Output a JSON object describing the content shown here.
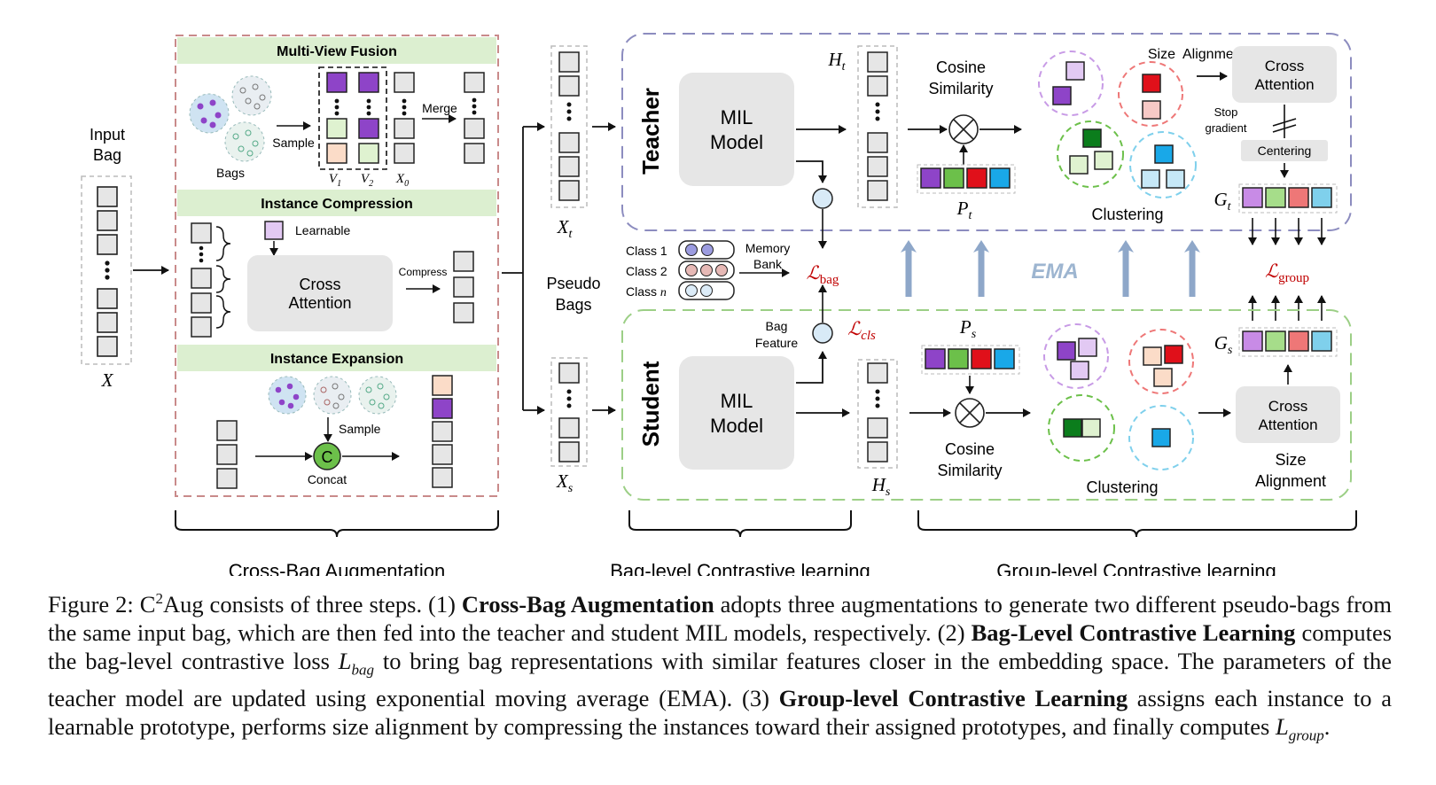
{
  "input": {
    "title_line1": "Input",
    "title_line2": "Bag",
    "var": "X"
  },
  "cba": {
    "mvf_title": "Multi-View Fusion",
    "bags": "Bags",
    "sample": "Sample",
    "v1": "V",
    "v1_sub": "1",
    "v2": "V",
    "v2_sub": "2",
    "x0": "X",
    "x0_sub": "0",
    "merge": "Merge",
    "ic_title": "Instance Compression",
    "learnable": "Learnable",
    "ca_line1": "Cross",
    "ca_line2": "Attention",
    "compress": "Compress",
    "ie_title": "Instance Expansion",
    "sample2": "Sample",
    "concat": "Concat",
    "concat_symbol": "C"
  },
  "pseudo": {
    "line1": "Pseudo",
    "line2": "Bags",
    "xt": "X",
    "xt_sub": "t",
    "xs": "X",
    "xs_sub": "s"
  },
  "teacher": {
    "label": "Teacher",
    "mil_line1": "MIL",
    "mil_line2": "Model",
    "ht": "H",
    "ht_sub": "t",
    "cos_line1": "Cosine",
    "cos_line2": "Similarity",
    "pt": "P",
    "pt_sub": "t",
    "clustering": "Clustering",
    "size_alignment": "Size  Alignment",
    "ca_line1": "Cross",
    "ca_line2": "Attention",
    "stop_line1": "Stop",
    "stop_line2": "gradient",
    "centering": "Centering",
    "gt": "G",
    "gt_sub": "t"
  },
  "memory": {
    "class1": "Class 1",
    "class2": "Class 2",
    "classn": "Class",
    "classn_var": "n",
    "bank_line1": "Memory",
    "bank_line2": "Bank",
    "lbag": "ℒ",
    "lbag_sub": "bag",
    "ema": "EMA",
    "lgroup": "ℒ",
    "lgroup_sub": "group",
    "bag_feature_line1": "Bag",
    "bag_feature_line2": "Feature",
    "lcls": "ℒ",
    "lcls_sub": "cls"
  },
  "student": {
    "label": "Student",
    "mil_line1": "MIL",
    "mil_line2": "Model",
    "hs": "H",
    "hs_sub": "s",
    "ps": "P",
    "ps_sub": "s",
    "cos_line1": "Cosine",
    "cos_line2": "Similarity",
    "clustering": "Clustering",
    "ca_line1": "Cross",
    "ca_line2": "Attention",
    "size_line1": "Size",
    "size_line2": "Alignment",
    "gs": "G",
    "gs_sub": "s"
  },
  "bottom_labels": {
    "cba": "Cross-Bag Augmentation",
    "blcl": "Bag-level Contrastive learning",
    "glcl": "Group-level Contrastive learning"
  },
  "caption": {
    "p1": "Figure 2: C",
    "p1_sup": "2",
    "p2": "Aug consists of three steps. (1) ",
    "b1": "Cross-Bag Augmentation",
    "p3": " adopts three augmentations to generate two different pseudo-bags from the same input bag, which are then fed into the teacher and student MIL models, respectively. (2) ",
    "b2": "Bag-Level Contrastive Learning",
    "p4": " computes the bag-level contrastive loss ",
    "m1": "L",
    "m1_sub": "bag",
    "p5": " to bring bag representations with similar features closer in the embedding space. The parameters of the teacher model are updated using exponential moving average (EMA). (3) ",
    "b3": "Group-level Contrastive Learning",
    "p6": " assigns each instance to a learnable prototype, performs size alignment by compressing the instances toward their assigned prototypes, and finally computes ",
    "m2": "L",
    "m2_sub": "group",
    "p7": "."
  },
  "colors": {
    "purple": "#8e44c8",
    "lavender": "#e2c9f3",
    "green": "#6cc04a",
    "dark_green": "#0b7d1c",
    "light_green": "#dff2d0",
    "red": "#e0101a",
    "pink": "#f7c9c6",
    "blue": "#19a8e8",
    "light_blue": "#c6e8f7",
    "peach": "#fbdcc8",
    "gray_box": "#e6e6e6",
    "ema_arrow": "#8ea7c9"
  }
}
